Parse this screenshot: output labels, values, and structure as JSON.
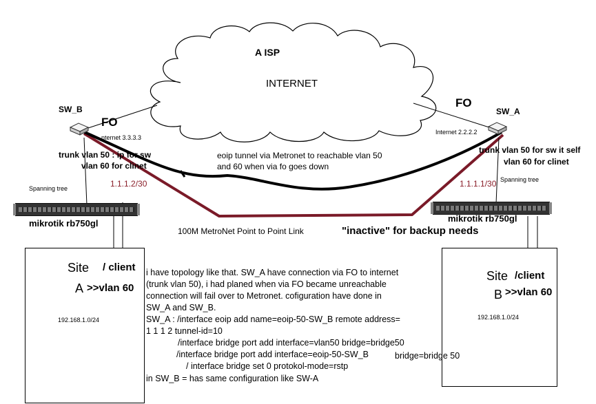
{
  "cloud": {
    "isp_label": "A ISP",
    "internet_label": "INTERNET"
  },
  "sw_b": {
    "name": "SW_B",
    "fo_label": "FO",
    "internet_ip": "nternet 3.3.3.3",
    "trunk_line1": "trunk vlan 50 : ip for sw",
    "trunk_line2": "vlan 60 for clinet",
    "spanning": "Spanning tree",
    "ip_link": "1.1.1.2/30",
    "router": "mikrotik rb750gl"
  },
  "sw_a": {
    "name": "SW_A",
    "fo_label": "FO",
    "internet_ip": "Internet 2.2.2.2",
    "trunk_line1": "trunk vlan 50 for sw it self",
    "trunk_line2": "vlan 60 for clinet",
    "spanning": "Spanning tree",
    "ip_link": "1.1.1.1/30",
    "router": "mikrotik rb750gl"
  },
  "eoip": {
    "line1": "eoip tunnel via Metronet to reachable vlan 50",
    "line2": "and 60 when via fo goes down"
  },
  "metronet": {
    "label": "100M MetroNet Point to Point Link",
    "status": "\"inactive\" for backup needs"
  },
  "site_a": {
    "site_word": "Site",
    "slash_client": "/ client",
    "letter": "A",
    "vlan": ">>vlan 60",
    "subnet": "192.168.1.0/24"
  },
  "site_b": {
    "site_word": "Site",
    "slash_client": "/client",
    "letter": "B",
    "vlan": ">>vlan 60",
    "subnet": "192.168.1.0/24"
  },
  "notes": [
    "i have topology like that.  SW_A have connection via FO to internet",
    "(trunk vlan 50), i had planed when via FO became unreachable",
    "connection will fail over to Metronet. cofiguration have done in",
    "SW_A and SW_B.",
    "SW_A : /interface eoip add name=eoip-50-SW_B remote address=",
    "1 1 1 2  tunnel-id=10",
    "/interface bridge port add interface=vlan50 bridge=bridge50",
    "/interface bridge port add interface=eoip-50-SW_B",
    "bridge=bridge 50",
    "/ interface bridge set 0 protokol-mode=rstp",
    "in SW_B = has same configuration like SW-A"
  ],
  "colors": {
    "metronet_link": "#7a1a28",
    "eoip_tunnel": "#000000"
  }
}
